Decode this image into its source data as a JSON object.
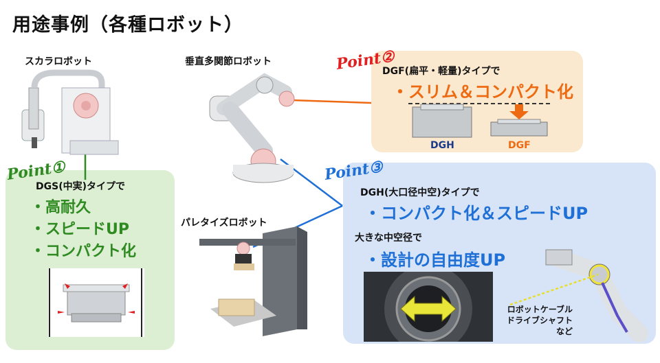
{
  "page_title": "用途事例（各種ロボット）",
  "robots": {
    "scara": "スカラロボット",
    "vertical": "垂直多関節ロボット",
    "palletizing": "パレタイズロボット"
  },
  "point1": {
    "label": "Point①",
    "type_text": "DGS(中実)タイプで",
    "features": [
      "・高耐久",
      "・スピードUP",
      "・コンパクト化"
    ]
  },
  "point2": {
    "label": "Point②",
    "type_text": "DGF(扁平・軽量)タイプで",
    "feature": "・スリム＆コンパクト化",
    "left_caption": "DGH",
    "right_caption": "DGF"
  },
  "point3": {
    "label": "Point③",
    "type_text": "DGH(大口径中空)タイプで",
    "feature1": "・コンパクト化＆スピードUP",
    "sub2": "大きな中空径で",
    "feature2": "・設計の自由度UP",
    "cable_note": [
      "ロボットケーブル",
      "ドライブシャフト",
      "など"
    ]
  },
  "colors": {
    "green": "#2f8a22",
    "orange": "#ee6a12",
    "blue": "#1e6fd6",
    "red": "#e02020"
  }
}
